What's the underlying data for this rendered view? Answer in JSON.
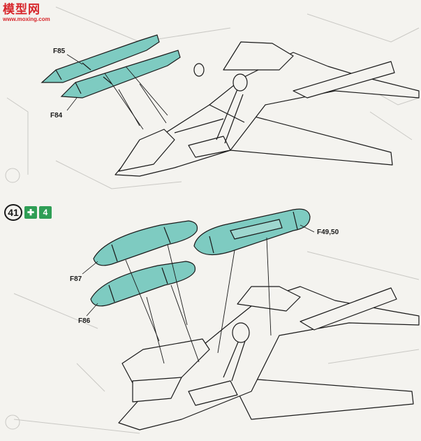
{
  "logo": {
    "text": "模型网",
    "url_text": "www.moxing.com"
  },
  "step": {
    "number": "41",
    "glue_icon": "glue-icon",
    "numbered_icon_text": "4"
  },
  "labels": {
    "f85": "F85",
    "f84": "F84",
    "f87": "F87",
    "f86": "F86",
    "f49_50": "F49,50"
  },
  "colors": {
    "part_fill": "#7ecbc1",
    "line": "#1a1a1a",
    "paper": "#f4f3ef",
    "ghost": "#c9c8c4",
    "accent_green": "#2f9e55",
    "logo_red": "#d7262b"
  }
}
